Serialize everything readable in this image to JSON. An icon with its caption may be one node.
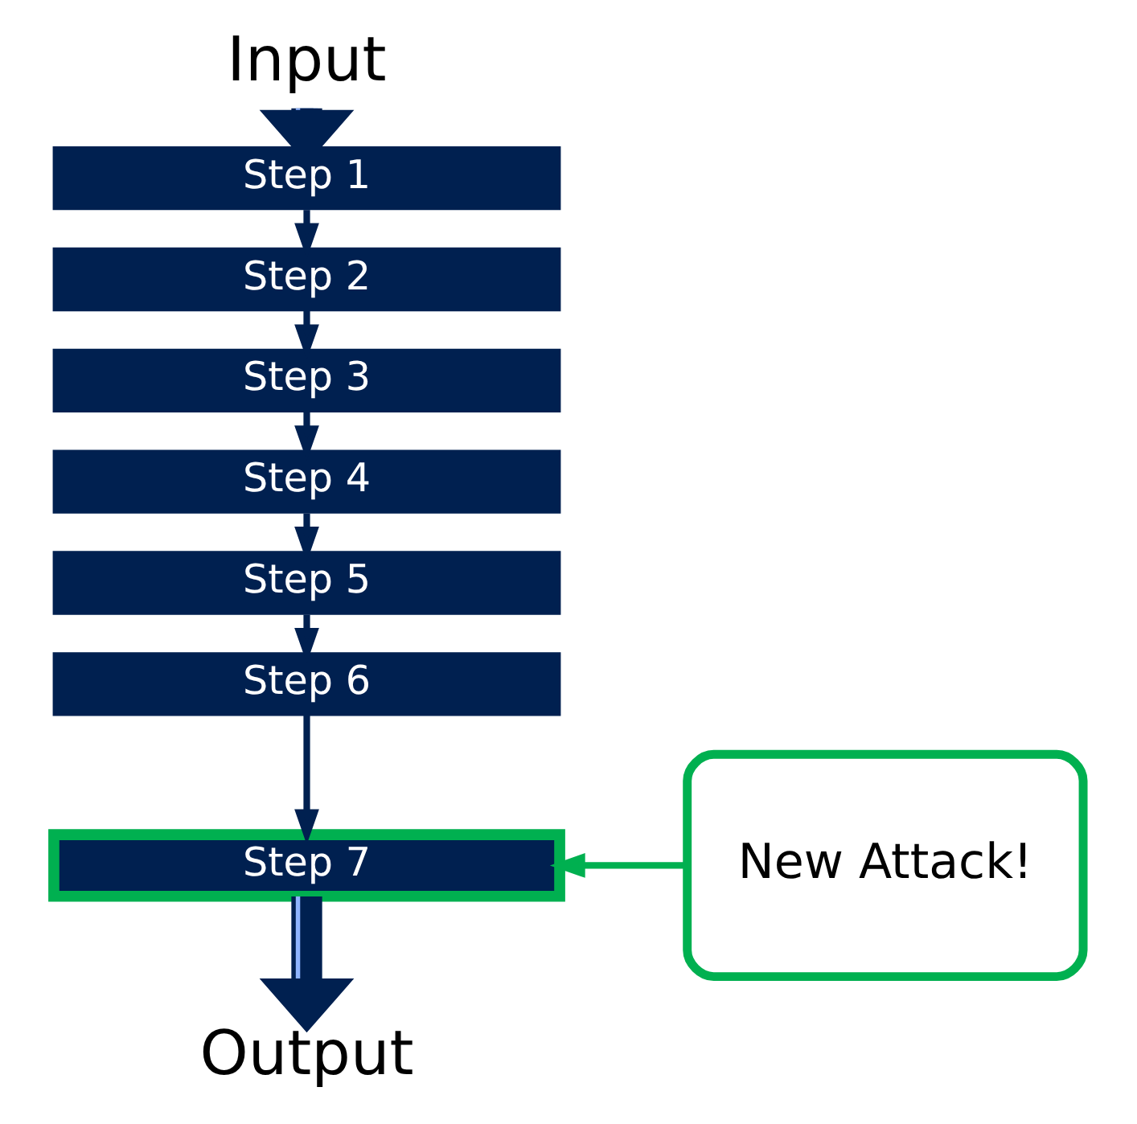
{
  "diagram": {
    "nodes": [
      {
        "text": [
          "Input"
        ]
      },
      {
        "text": [
          "Step 1"
        ]
      },
      {
        "text": [
          "Step 2"
        ]
      },
      {
        "text": [
          "Step 3"
        ]
      },
      {
        "text": [
          "Step 4"
        ]
      },
      {
        "text": [
          "Step 5"
        ]
      },
      {
        "text": [
          "Step 6"
        ]
      },
      {
        "text": [
          "Step 7"
        ]
      },
      {
        "text": [
          "Output"
        ]
      },
      {
        "text": [
          "New Attack!"
        ]
      }
    ],
    "edges": [
      {
        "from": 0,
        "to": 1,
        "arrow": "to",
        "style": "thick"
      },
      {
        "from": 1,
        "to": 2,
        "arrow": "to"
      },
      {
        "from": 2,
        "to": 3,
        "arrow": "to"
      },
      {
        "from": 3,
        "to": 4,
        "arrow": "to"
      },
      {
        "from": 4,
        "to": 5,
        "arrow": "to"
      },
      {
        "from": 5,
        "to": 6,
        "arrow": "to"
      },
      {
        "from": 6,
        "to": 7,
        "arrow": "to"
      },
      {
        "from": 7,
        "to": 8,
        "arrow": "to",
        "style": "thick"
      },
      {
        "from": 9,
        "to": 7,
        "arrow": "to",
        "color": "#00b050"
      }
    ]
  }
}
